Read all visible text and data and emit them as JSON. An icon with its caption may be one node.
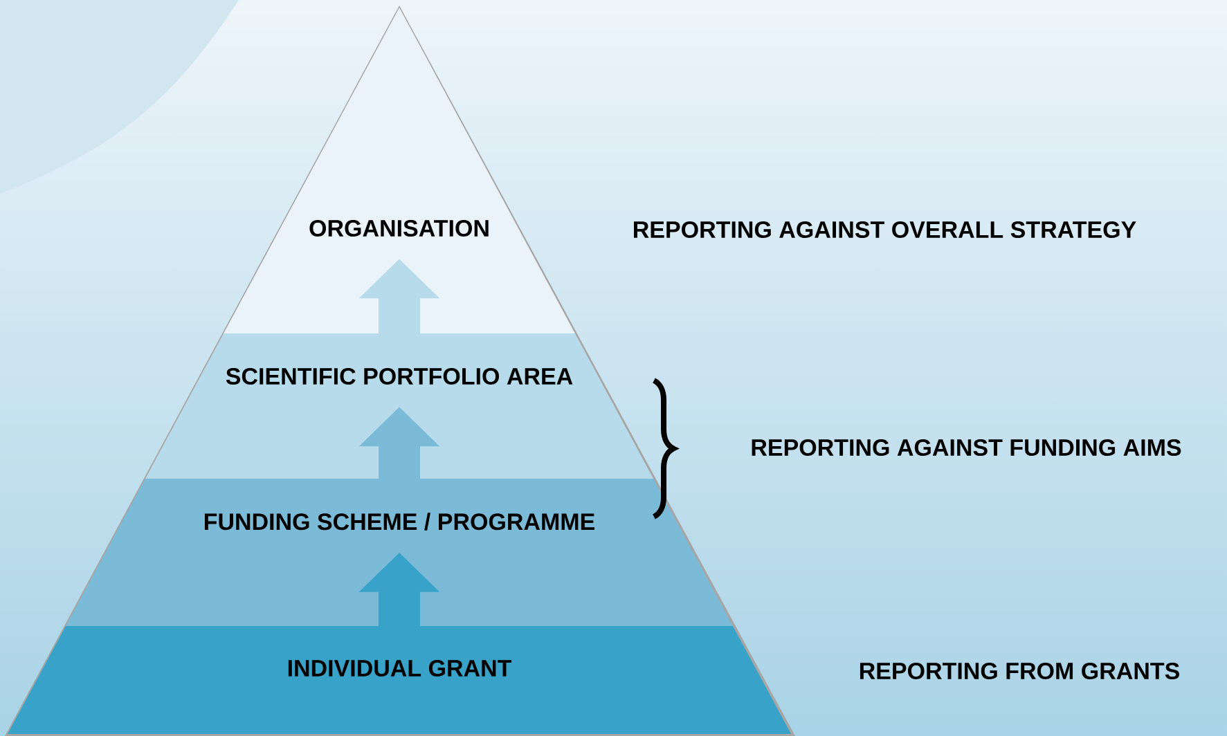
{
  "diagram": {
    "nodes": [
      {
        "text": [
          "ORGANISATION"
        ]
      },
      {
        "text": [
          "SCIENTIFIC PORTFOLIO AREA"
        ]
      },
      {
        "text": [
          "FUNDING SCHEME / PROGRAMME"
        ]
      },
      {
        "text": [
          "INDIVIDUAL GRANT"
        ]
      }
    ],
    "edges": [
      {
        "from": 3,
        "to": 2,
        "arrow": "to",
        "color": "#38a2c8"
      },
      {
        "from": 2,
        "to": 1,
        "arrow": "to",
        "color": "#7bbbd8"
      },
      {
        "from": 1,
        "to": 0,
        "arrow": "to",
        "color": "#b7dbea"
      }
    ],
    "labels": [
      "REPORTING AGAINST OVERALL STRATEGY",
      "REPORTING AGAINST FUNDING AIMS",
      "REPORTING FROM GRANTS"
    ]
  }
}
